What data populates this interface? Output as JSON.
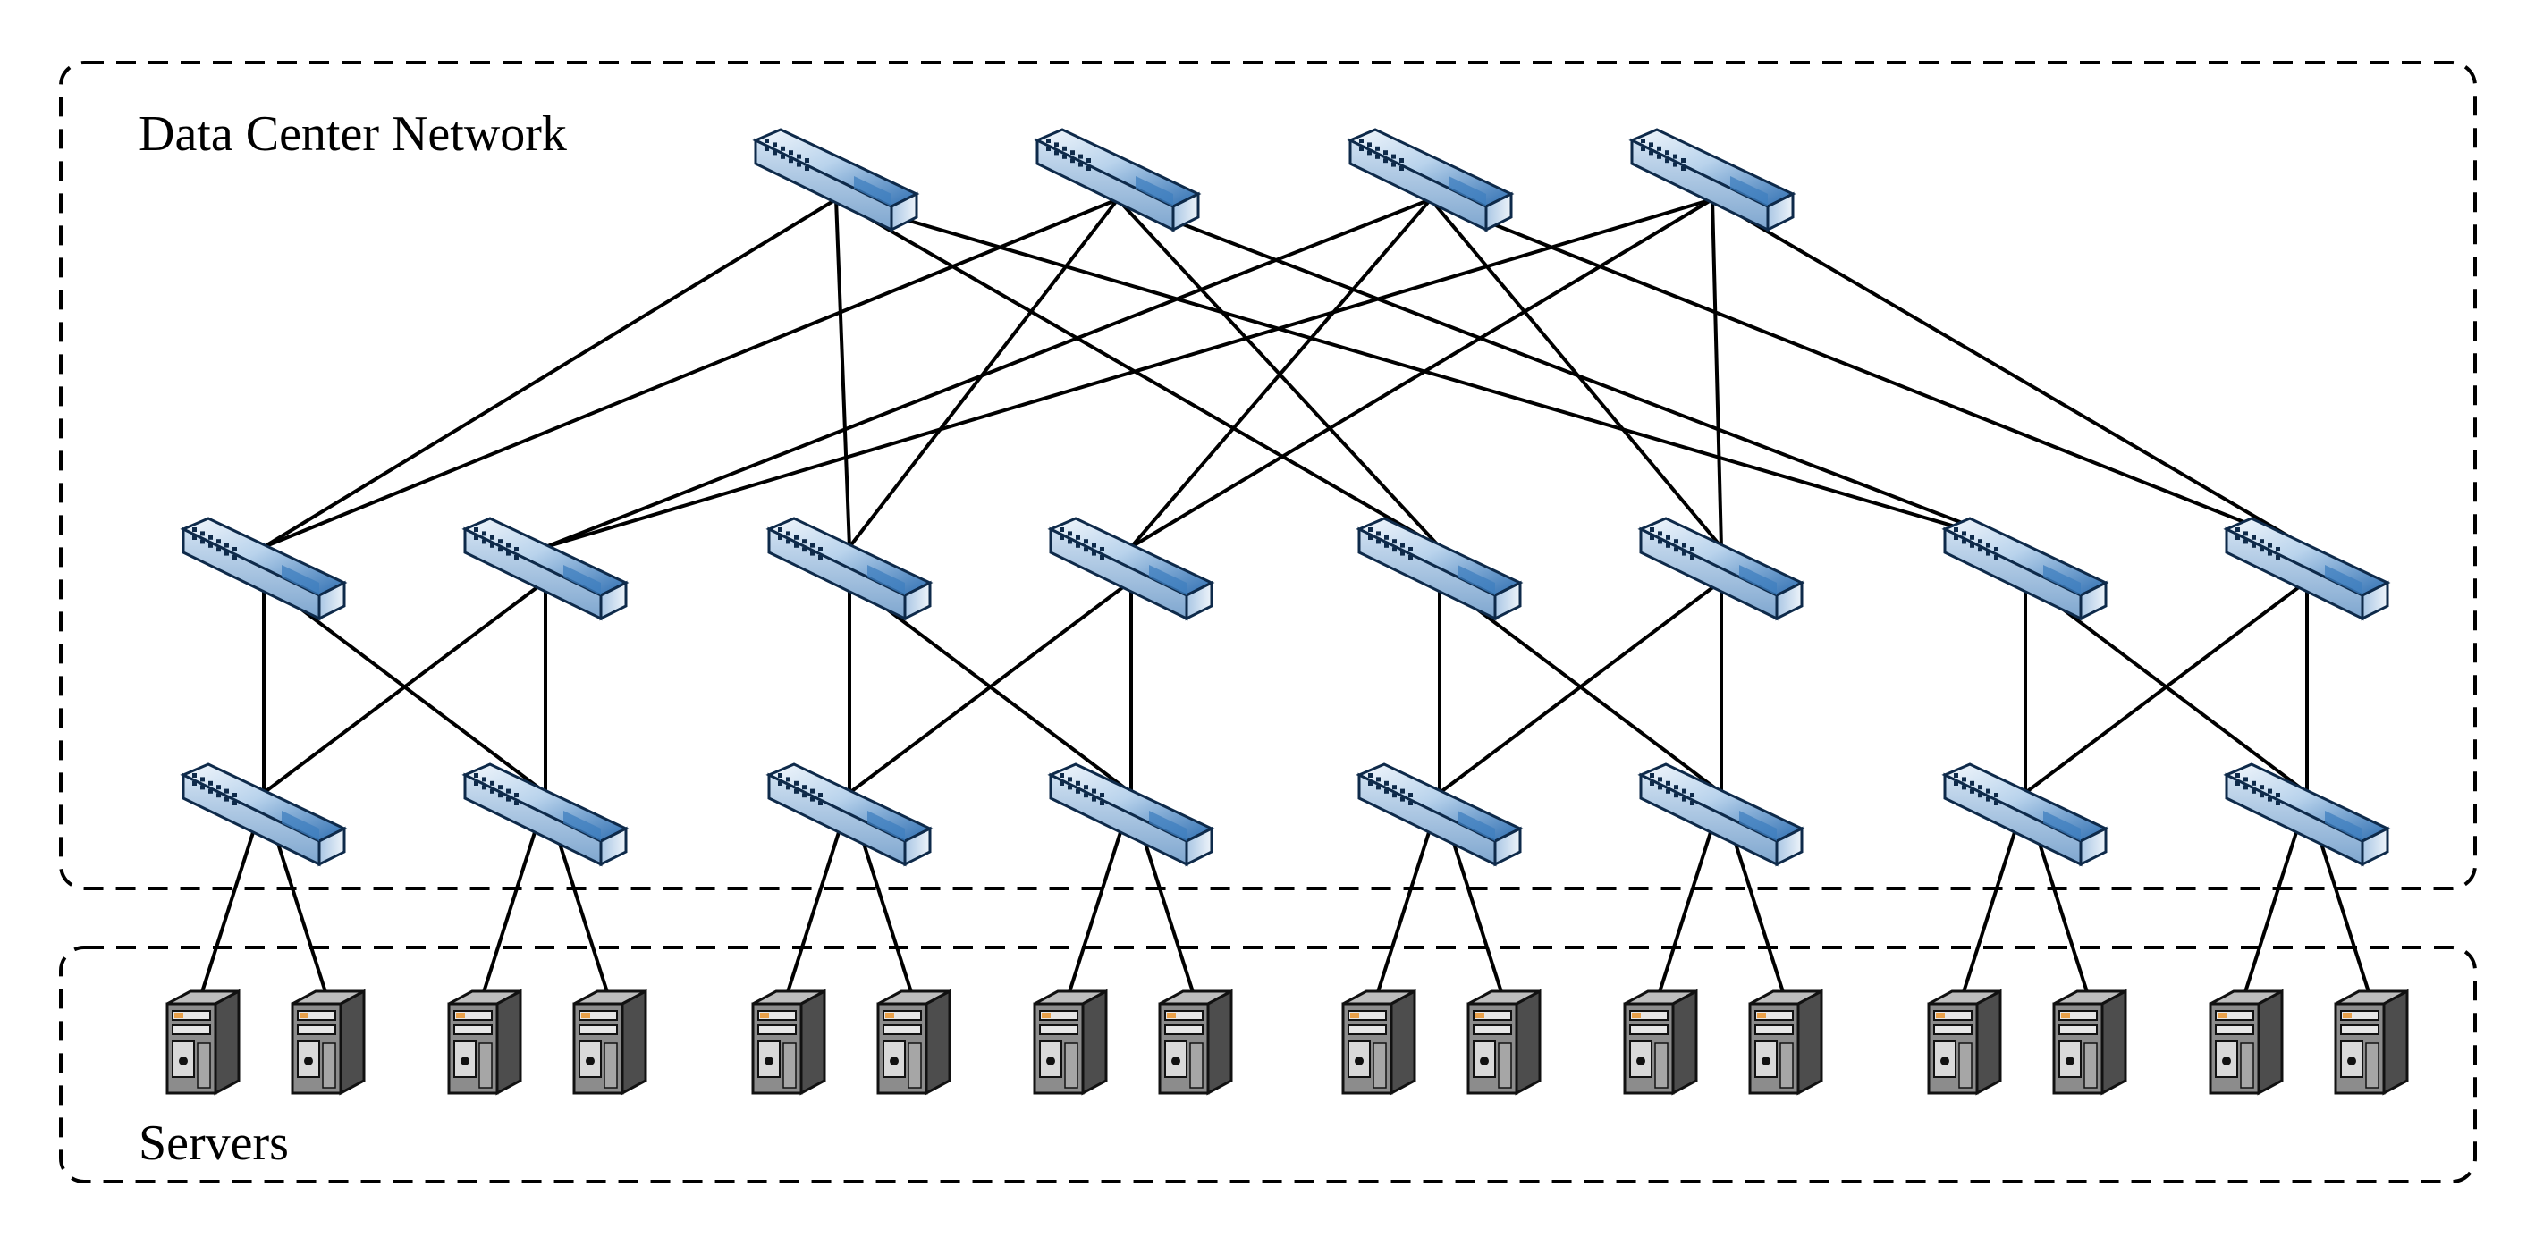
{
  "labels": {
    "network": "Data Center Network",
    "servers": "Servers"
  },
  "topology": {
    "core_count": 4,
    "pod_count": 4,
    "aggregation_per_pod": 2,
    "edge_per_pod": 2,
    "servers_per_edge": 2
  },
  "icons": {
    "switch": "network-switch-icon",
    "server": "server-tower-icon"
  },
  "colors": {
    "switch_blue": "#3f7fbf",
    "switch_light": "#dbe9f6",
    "switch_dark": "#1f4f86",
    "server_gray": "#8c8c8c",
    "server_dark": "#4d4d4d",
    "server_accent": "#e8a04a",
    "link": "#000000",
    "boundary": "#000000"
  }
}
